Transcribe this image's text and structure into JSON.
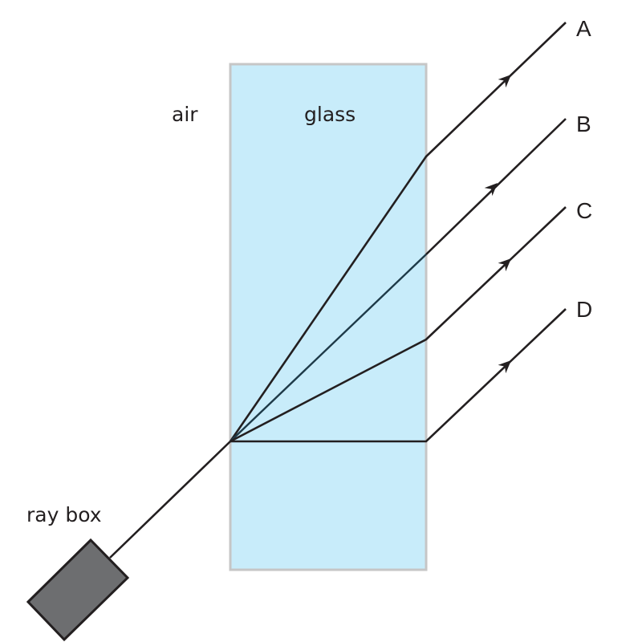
{
  "diagram": {
    "type": "refraction-ray-diagram",
    "labels": {
      "air": "air",
      "glass": "glass",
      "ray_box": "ray box"
    },
    "rays": [
      {
        "label": "A",
        "entry": [
          287,
          550
        ],
        "exit_glass": [
          531,
          195
        ],
        "end": [
          705,
          28
        ]
      },
      {
        "label": "B",
        "entry": [
          287,
          550
        ],
        "exit_glass": [
          531,
          317
        ],
        "end": [
          705,
          148
        ]
      },
      {
        "label": "C",
        "entry": [
          287,
          550
        ],
        "exit_glass": [
          531,
          423
        ],
        "end": [
          705,
          258
        ]
      },
      {
        "label": "D",
        "entry": [
          287,
          550
        ],
        "exit_glass": [
          531,
          550
        ],
        "end": [
          705,
          385
        ]
      }
    ],
    "colors": {
      "glass_fill": "#c8ecfa",
      "glass_border": "#c6c6c6",
      "ray": "#231f20",
      "ray_b_inside": "#1e3a48",
      "ray_box_fill": "#6d6e70"
    }
  }
}
